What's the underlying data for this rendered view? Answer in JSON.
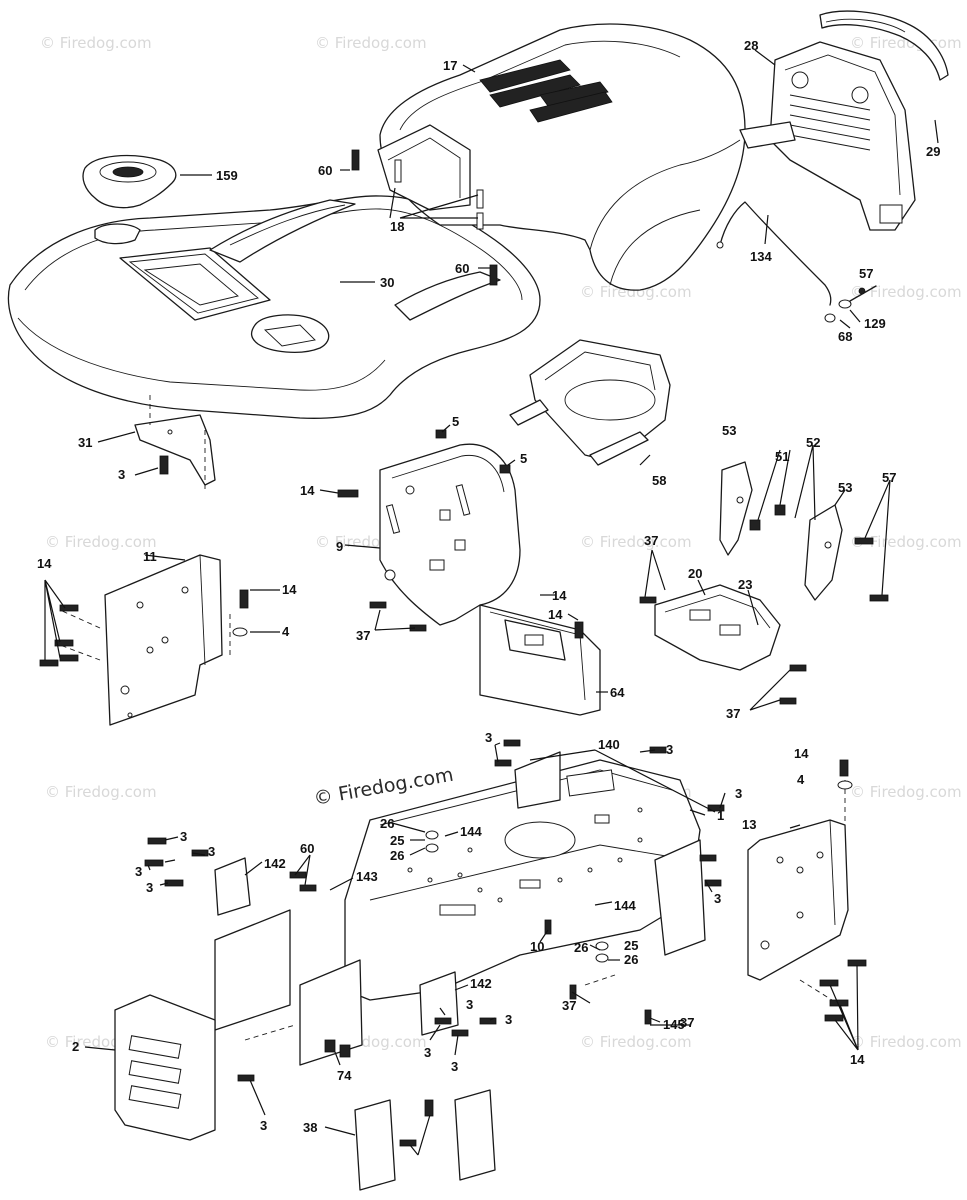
{
  "watermark": {
    "text": "© Firedog.com",
    "main_text": "© Firedog.com"
  },
  "labels": {
    "p1": "1",
    "p2": "2",
    "p3a": "3",
    "p3b": "3",
    "p3c": "3",
    "p3d": "3",
    "p3e": "3",
    "p3f": "3",
    "p3g": "3",
    "p3h": "3",
    "p3i": "3",
    "p3j": "3",
    "p3k": "3",
    "p3l": "3",
    "p3m": "3",
    "p3n": "3",
    "p4a": "4",
    "p4b": "4",
    "p5a": "5",
    "p5b": "5",
    "p9": "9",
    "p10": "10",
    "p11": "11",
    "p13": "13",
    "p14a": "14",
    "p14b": "14",
    "p14c": "14",
    "p14d": "14",
    "p14e": "14",
    "p14f": "14",
    "p14g": "14",
    "p17": "17",
    "p18": "18",
    "p20": "20",
    "p23": "23",
    "p25a": "25",
    "p25b": "25",
    "p26a": "26",
    "p26b": "26",
    "p26c": "26",
    "p26d": "26",
    "p28": "28",
    "p29": "29",
    "p30": "30",
    "p31": "31",
    "p37a": "37",
    "p37b": "37",
    "p37c": "37",
    "p37d": "37",
    "p37e": "37",
    "p38": "38",
    "p51": "51",
    "p52": "52",
    "p53a": "53",
    "p53b": "53",
    "p57a": "57",
    "p57b": "57",
    "p58": "58",
    "p60a": "60",
    "p60b": "60",
    "p60c": "60",
    "p64": "64",
    "p68": "68",
    "p74": "74",
    "p129": "129",
    "p134": "134",
    "p140": "140",
    "p142a": "142",
    "p142b": "142",
    "p143": "143",
    "p144a": "144",
    "p144b": "144",
    "p145": "145",
    "p159": "159"
  }
}
